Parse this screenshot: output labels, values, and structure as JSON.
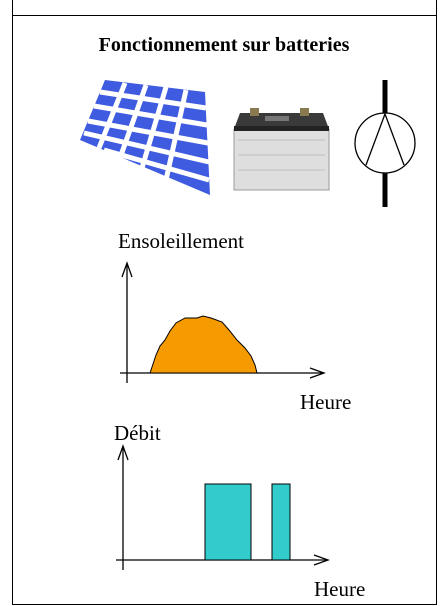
{
  "title": "Fonctionnement sur batteries",
  "icons": [
    "solar-panel",
    "battery",
    "pump"
  ],
  "colors": {
    "panel": "#3f5bdf",
    "sunshine_fill": "#f59a00",
    "flow_fill": "#33cccc",
    "battery_body": "#dedede"
  },
  "chart_data": [
    {
      "type": "area",
      "ylabel": "Ensoleillement",
      "xlabel": "Heure",
      "grid": false,
      "legend": "none"
    },
    {
      "type": "bar",
      "ylabel": "Débit",
      "xlabel": "Heure",
      "grid": false,
      "legend": "none"
    }
  ]
}
